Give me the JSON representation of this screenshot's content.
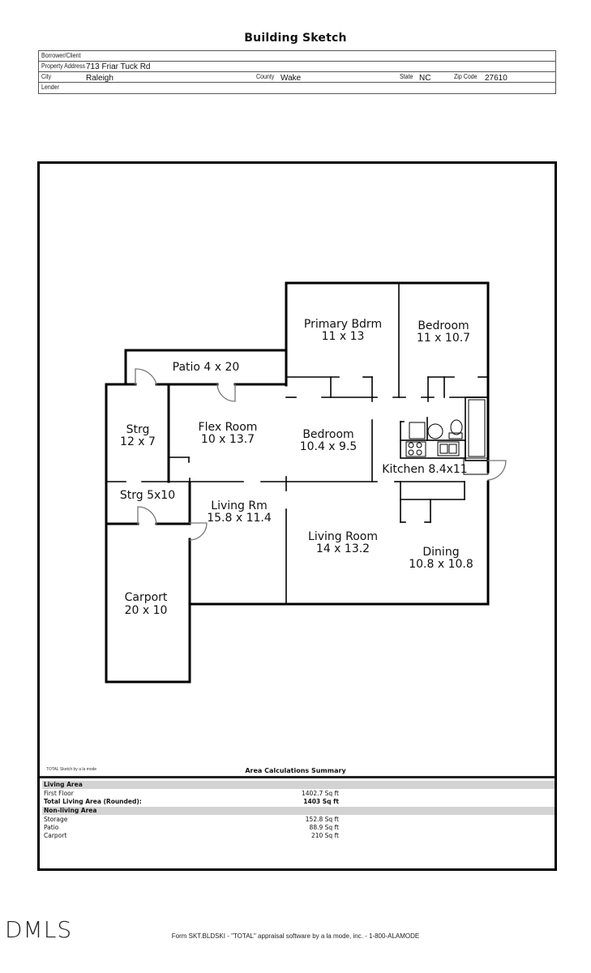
{
  "document": {
    "title": "Building Sketch"
  },
  "header": {
    "borrower_label": "Borrower/Client",
    "borrower_value": "",
    "address_label": "Property Address",
    "address_value": "713 Friar Tuck Rd",
    "city_label": "City",
    "city_value": "Raleigh",
    "county_label": "County",
    "county_value": "Wake",
    "state_label": "State",
    "state_value": "NC",
    "zip_label": "Zip Code",
    "zip_value": "27610",
    "lender_label": "Lender",
    "lender_value": ""
  },
  "floor_plan": {
    "rooms": [
      {
        "name": "Primary Bdrm",
        "dims": "11 x 13"
      },
      {
        "name": "Bedroom",
        "dims": "11 x 10.7"
      },
      {
        "name": "Patio 4 x 20",
        "dims": ""
      },
      {
        "name": "Strg",
        "dims": "12 x 7"
      },
      {
        "name": "Flex Room",
        "dims": "10 x 13.7"
      },
      {
        "name": "Bedroom",
        "dims": "10.4 x 9.5"
      },
      {
        "name": "Kitchen 8.4x11",
        "dims": ""
      },
      {
        "name": "Strg 5x10",
        "dims": ""
      },
      {
        "name": "Living Rm",
        "dims": "15.8 x 11.4"
      },
      {
        "name": "Living Room",
        "dims": "14 x 13.2"
      },
      {
        "name": "Dining",
        "dims": "10.8 x 10.8"
      },
      {
        "name": "Carport",
        "dims": "20 x 10"
      }
    ]
  },
  "summary": {
    "caption": "TOTAL Sketch by a la mode",
    "title": "Area Calculations Summary",
    "rows": [
      {
        "label": "Living Area",
        "value": "",
        "style": "band"
      },
      {
        "label": "First Floor",
        "value": "1402.7 Sq ft",
        "style": "normal"
      },
      {
        "label": "Total Living Area (Rounded):",
        "value": "1403 Sq ft",
        "style": "bold"
      },
      {
        "label": "Non-living Area",
        "value": "",
        "style": "band"
      },
      {
        "label": "Storage",
        "value": "152.8 Sq ft",
        "style": "normal"
      },
      {
        "label": "Patio",
        "value": "88.9 Sq ft",
        "style": "normal"
      },
      {
        "label": "Carport",
        "value": "210 Sq ft",
        "style": "normal"
      }
    ]
  },
  "footer": {
    "watermark": "DMLS",
    "text": "Form SKT.BLDSKI - \"TOTAL\" appraisal software by a la mode, inc. - 1-800-ALAMODE"
  }
}
